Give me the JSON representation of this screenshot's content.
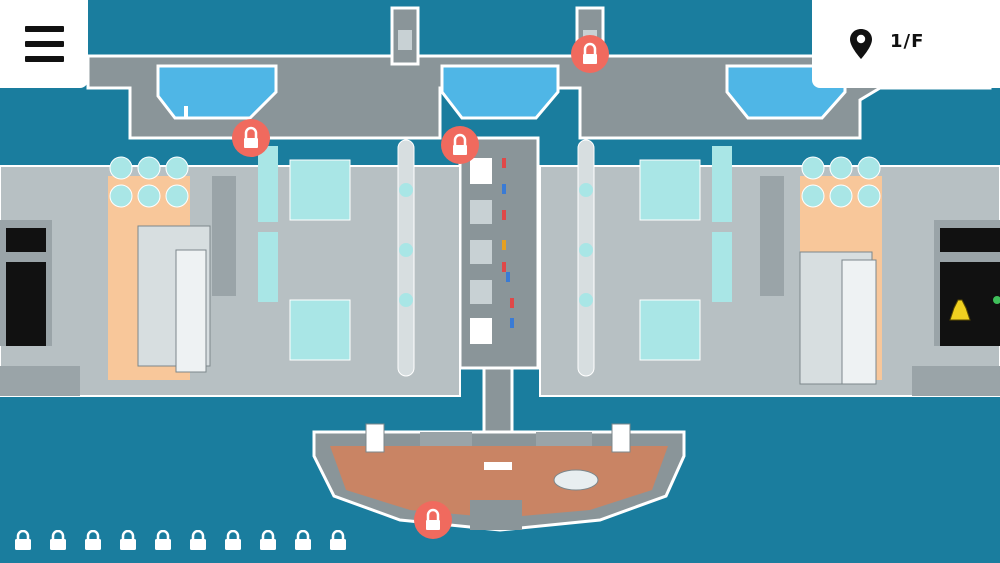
{
  "floor": {
    "label": "1/F",
    "icon": "map-pin-icon"
  },
  "menu": {
    "icon": "hamburger-menu-icon"
  },
  "locks": {
    "icon": "padlock-icon",
    "locked_areas_count": 4,
    "inventory_slots": 10
  },
  "colors": {
    "water": "#1a7d9e",
    "deck": "#8a9599",
    "floor_concrete": "#b7c0c3",
    "pool": "#4fb6e6",
    "lock_badge": "#f06a5e",
    "wood_floor": "#c98464",
    "tank_orange": "#f8c79a",
    "tank_cyan": "#a9e6e6"
  }
}
